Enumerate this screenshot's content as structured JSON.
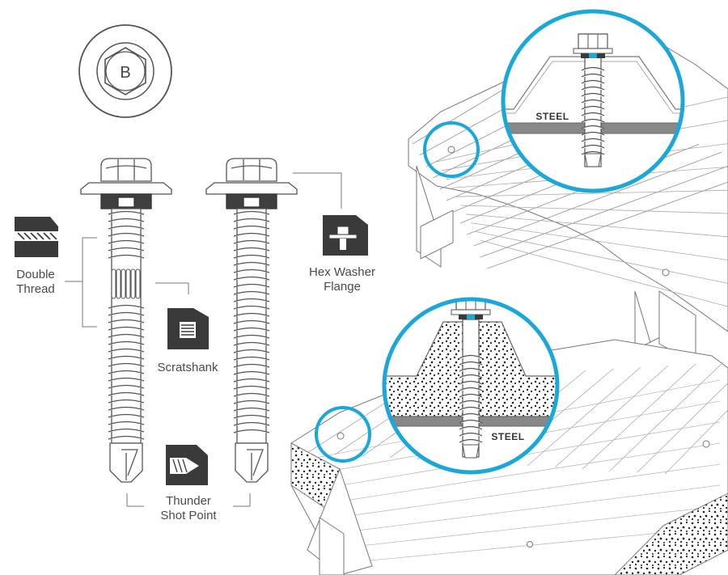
{
  "badge": {
    "letter": "B"
  },
  "labels": {
    "double_thread": [
      "Double",
      "Thread"
    ],
    "scratshank": "Scratshank",
    "hex_washer_flange": [
      "Hex Washer",
      "Flange"
    ],
    "thunder_shot_point": [
      "Thunder",
      "Shot Point"
    ]
  },
  "callouts": {
    "top": {
      "material": "STEEL"
    },
    "bottom": {
      "material": "STEEL"
    }
  },
  "colors": {
    "accent": "#1aa7d9",
    "icon_dark": "#3a3a3a",
    "line": "#555555",
    "steel_bar": "#888888"
  }
}
